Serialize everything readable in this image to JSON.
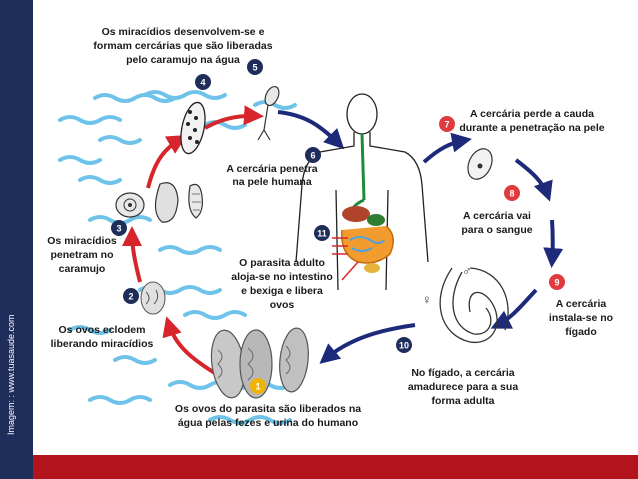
{
  "credit": "Imagem: : www.tuasaude.com",
  "steps": {
    "s1": {
      "n": "1",
      "lines": [
        "Os ovos do parasita são liberados na",
        "água pelas fezes e urina do humano"
      ]
    },
    "s2": {
      "n": "2",
      "lines": [
        "Os ovos eclodem",
        "liberando miracídios"
      ]
    },
    "s3": {
      "n": "3",
      "lines": [
        "Os miracídios",
        "penetram no",
        "caramujo"
      ]
    },
    "s4": {
      "n": "4",
      "lines": [
        "Os miracídios desenvolvem-se e",
        "formam cercárias que são liberadas",
        "pelo caramujo na água"
      ]
    },
    "s5": {
      "n": "5"
    },
    "s6": {
      "n": "6",
      "lines": [
        "A cercária penetra",
        "na pele humana"
      ]
    },
    "s7": {
      "n": "7",
      "lines": [
        "A cercária perde a cauda",
        "durante a penetração na pele"
      ]
    },
    "s8": {
      "n": "8",
      "lines": [
        "A cercária vai",
        "para o sangue"
      ]
    },
    "s9": {
      "n": "9",
      "lines": [
        "A cercária",
        "instala-se no",
        "fígado"
      ]
    },
    "s10": {
      "n": "10",
      "lines": [
        "No fígado, a cercária",
        "amadurece para a sua",
        "forma adulta"
      ]
    },
    "s11": {
      "n": "11",
      "lines": [
        "O parasita adulto",
        "aloja-se no intestino",
        "e bexiga e libera",
        "ovos"
      ]
    }
  },
  "symbols": {
    "male": "♂",
    "female": "♀"
  },
  "colors": {
    "sidebar": "#1f2d5a",
    "bottom_bar": "#b3141b",
    "red_step": "#e03a3e",
    "dark_step": "#1f2d5a",
    "yellow_step": "#f0b400",
    "red_arrow": "#d7252b",
    "blue_arrow": "#1d2a7a",
    "water": "#6fc3ea"
  }
}
